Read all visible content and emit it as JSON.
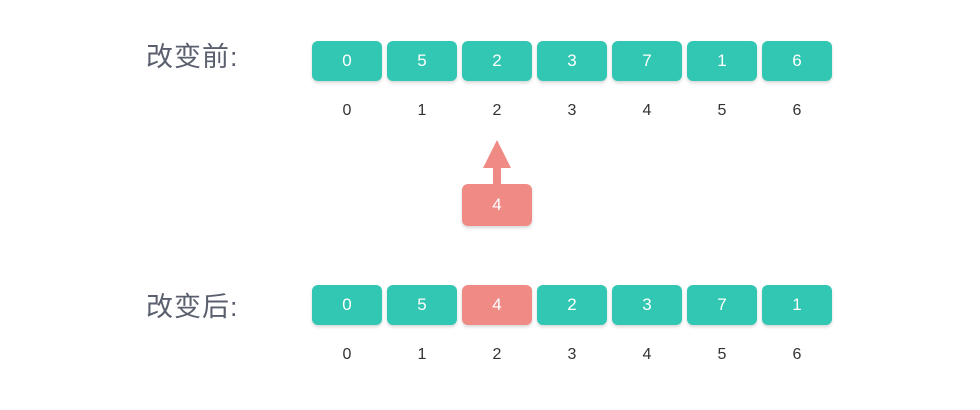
{
  "colors": {
    "teal": "#31c7b2",
    "red": "#f08a85",
    "label_text": "#5a5f6e",
    "index_text": "#333333",
    "cell_text": "#ffffff",
    "background": "#ffffff"
  },
  "rows": {
    "before": {
      "label": "改变前:",
      "cells": [
        {
          "value": "0",
          "color": "teal"
        },
        {
          "value": "5",
          "color": "teal"
        },
        {
          "value": "2",
          "color": "teal"
        },
        {
          "value": "3",
          "color": "teal"
        },
        {
          "value": "7",
          "color": "teal"
        },
        {
          "value": "1",
          "color": "teal"
        },
        {
          "value": "6",
          "color": "teal"
        }
      ],
      "indices": [
        "0",
        "1",
        "2",
        "3",
        "4",
        "5",
        "6"
      ]
    },
    "after": {
      "label": "改变后:",
      "cells": [
        {
          "value": "0",
          "color": "teal"
        },
        {
          "value": "5",
          "color": "teal"
        },
        {
          "value": "4",
          "color": "red"
        },
        {
          "value": "2",
          "color": "teal"
        },
        {
          "value": "3",
          "color": "teal"
        },
        {
          "value": "7",
          "color": "teal"
        },
        {
          "value": "1",
          "color": "teal"
        }
      ],
      "indices": [
        "0",
        "1",
        "2",
        "3",
        "4",
        "5",
        "6"
      ]
    }
  },
  "insert": {
    "value": "4",
    "target_index": 2,
    "arrow_direction": "up"
  }
}
